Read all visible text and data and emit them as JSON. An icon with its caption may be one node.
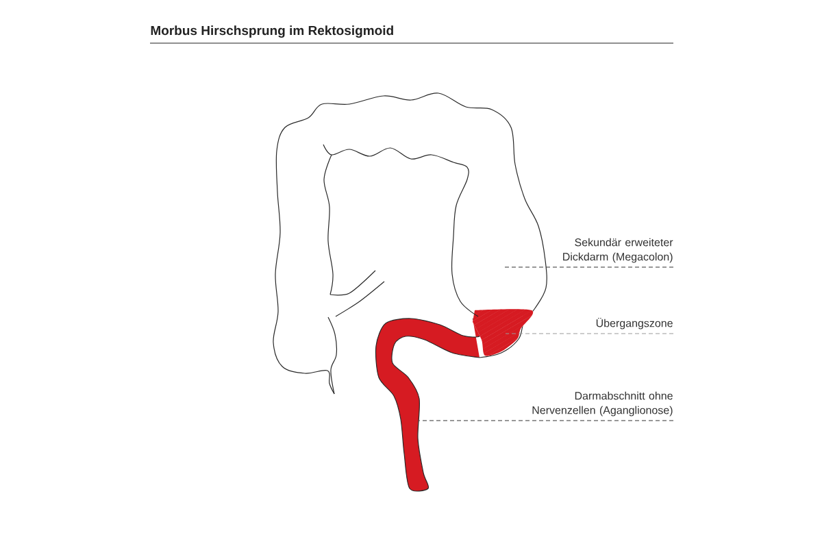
{
  "diagram": {
    "title": "Morbus Hirschsprung im Rektosigmoid",
    "nodes": [
      {
        "text": [
          "Sekundär erweiteter Dickdarm (Megacolon)"
        ]
      },
      {
        "text": [
          "Übergangszone"
        ]
      },
      {
        "text": [
          "Darmabschnitt ohne Nervenzellen (Aganglionose)"
        ]
      }
    ],
    "edges": [
      {
        "from": 0,
        "to": null,
        "arrow": "none",
        "style": "dashed"
      },
      {
        "from": 1,
        "to": null,
        "arrow": "none",
        "style": "dashed",
        "color": "#999999"
      },
      {
        "from": 2,
        "to": null,
        "arrow": "none",
        "style": "dashed"
      }
    ]
  }
}
